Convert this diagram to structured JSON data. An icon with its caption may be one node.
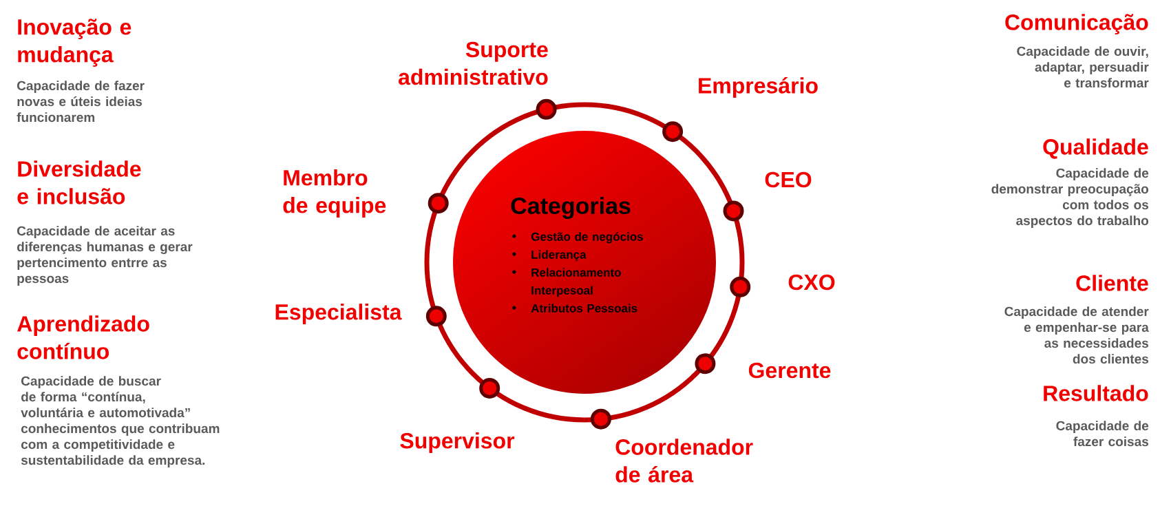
{
  "diagram": {
    "nodes": [
      {
        "text": [
          "Categorias",
          "Gestão de negócios",
          "Liderança",
          "Relacionamento Interpesoal",
          "Atributos Pessoais"
        ]
      },
      {
        "text": [],
        "shape": "circle",
        "beside": [
          "Suporte administrativo"
        ]
      },
      {
        "text": [],
        "shape": "circle",
        "beside": [
          "Empresário"
        ]
      },
      {
        "text": [],
        "shape": "circle",
        "beside": [
          "CEO"
        ]
      },
      {
        "text": [],
        "shape": "circle",
        "beside": [
          "CXO"
        ]
      },
      {
        "text": [],
        "shape": "circle",
        "beside": [
          "Gerente"
        ]
      },
      {
        "text": [],
        "shape": "circle",
        "beside": [
          "Coordenador de área"
        ]
      },
      {
        "text": [],
        "shape": "circle",
        "beside": [
          "Supervisor"
        ]
      },
      {
        "text": [],
        "shape": "circle",
        "beside": [
          "Especialista"
        ]
      },
      {
        "text": [],
        "shape": "circle",
        "beside": [
          "Membro de equipe"
        ]
      }
    ],
    "labels": [
      "Inovação e mudança",
      "Capacidade de fazer novas e úteis ideias funcionarem",
      "Diversidade e inclusão",
      "Capacidade de aceitar as diferenças humanas e gerar pertencimento entrre as pessoas",
      "Aprendizado contínuo",
      "Capacidade de buscar de forma “contínua, voluntária e automotivada” conhecimentos que contribuam com a competitividade e sustentabilidade da empresa.",
      "Comunicação",
      "Capacidade de ouvir, adaptar, persuadir e transformar",
      "Qualidade",
      "Capacidade de demonstrar preocupação com todos os aspectos do trabalho",
      "Cliente",
      "Capacidade de atender e empenhar-se para as necessidades dos clientes",
      "Resultado",
      "Capacidade de fazer coisas"
    ]
  }
}
